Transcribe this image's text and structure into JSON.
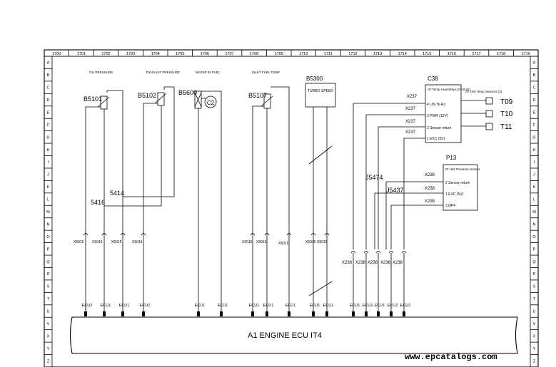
{
  "columns": [
    "1700",
    "1701",
    "1702",
    "1703",
    "1704",
    "1705",
    "1706",
    "1707",
    "1708",
    "1709",
    "1710",
    "1711",
    "1712",
    "1713",
    "1714",
    "1715",
    "1716",
    "1717",
    "1718",
    "1719"
  ],
  "rows": [
    "A",
    "B",
    "C",
    "D",
    "E",
    "F",
    "G",
    "H",
    "I",
    "J",
    "K",
    "L",
    "M",
    "N",
    "O",
    "P",
    "Q",
    "R",
    "S",
    "T",
    "U",
    "V",
    "X",
    "Y",
    "Z"
  ],
  "components": {
    "oil_pressure": {
      "label": "OIL PRESSURE",
      "ref": "B5101"
    },
    "exhaust_pressure": {
      "label": "EXHAUST PRESSURE",
      "ref": "B5102"
    },
    "water_in_fuel": {
      "label": "WATER IN FUEL",
      "ref": "B5600",
      "circle": "C2"
    },
    "inlet_fuel_temp": {
      "label": "INLET FUEL TEMP",
      "ref": "B5107"
    },
    "turbo_speed": {
      "ref": "B5300",
      "box_label": "TURBO SPEED"
    },
    "temp_assembly": {
      "ref": "C38",
      "title": "AT Temp Assembly (LIN BUS)",
      "side_label": "AT Unit Temp Sensors (3)",
      "pins": [
        "4 LIN To Rx",
        "3 PWR (12V)",
        "2 Sensor return",
        "1 EXC (5V)"
      ]
    },
    "pressure_sensor": {
      "ref": "P13",
      "title": "AT Unit Pressure Sensor",
      "pins": [
        "2 Sensor return",
        "1 EXC (5V)",
        "3 OPF"
      ]
    },
    "temp_sensors": [
      "T09",
      "T10",
      "T11"
    ],
    "ecu": {
      "label": "A1 ENGINE ECU IT4"
    }
  },
  "connector_labels": {
    "x237": "X237",
    "x238": "X238",
    "x5015": "X5015",
    "x5016": "X5016",
    "x238_low": "X238",
    "x236": "X236"
  },
  "splices": {
    "s5414": "5414",
    "s5416": "5416",
    "j5474": "J5474",
    "j5437": "J5437"
  },
  "ecu_pins": [
    "ECU2",
    "ECU1",
    "ECU1",
    "ECU2",
    "ECU1",
    "ECU1",
    "ECU1",
    "ECU1",
    "ECU1",
    "ECU1",
    "ECU1",
    "ECU1",
    "ECU2",
    "ECU1",
    "ECU2"
  ],
  "watermark": "www.epcatalogs.com"
}
